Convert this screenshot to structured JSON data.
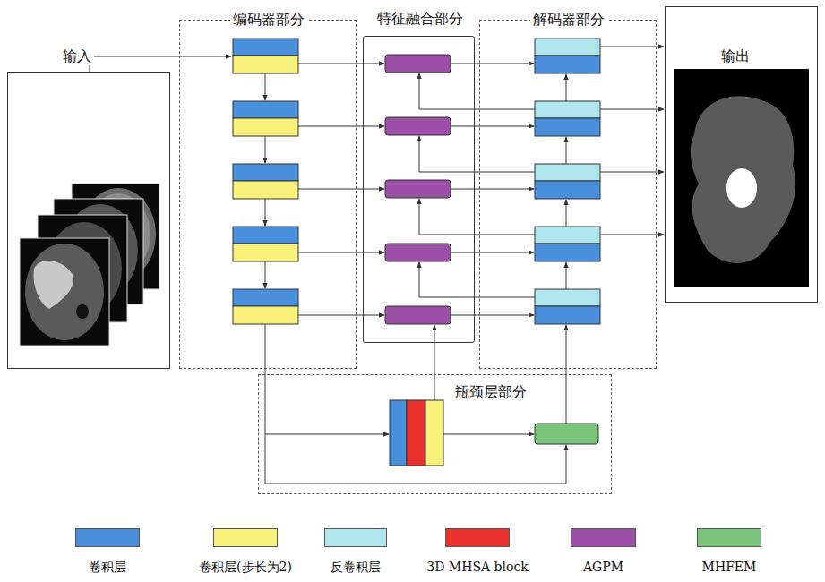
{
  "diagram": {
    "nodes": [
      {
        "text": [
          "输入"
        ]
      },
      {
        "text": [
          "编码器部分"
        ]
      },
      {
        "text": [
          "特征融合部分"
        ]
      },
      {
        "text": [
          "解码器部分"
        ]
      },
      {
        "text": [
          "输出"
        ]
      },
      {
        "text": [
          "瓶颈层部分"
        ]
      }
    ],
    "legend": [
      {
        "text": "卷积层",
        "color": "#4a8fdb"
      },
      {
        "text": "卷积层(步长为2)",
        "color": "#f7f07a"
      },
      {
        "text": "反卷积层",
        "color": "#b0e6ee"
      },
      {
        "text": "3D MHSA block",
        "color": "#e8302d"
      },
      {
        "text": "AGPM",
        "color": "#9c4fa6"
      },
      {
        "text": "MHFEM",
        "color": "#7ac47b"
      }
    ]
  }
}
